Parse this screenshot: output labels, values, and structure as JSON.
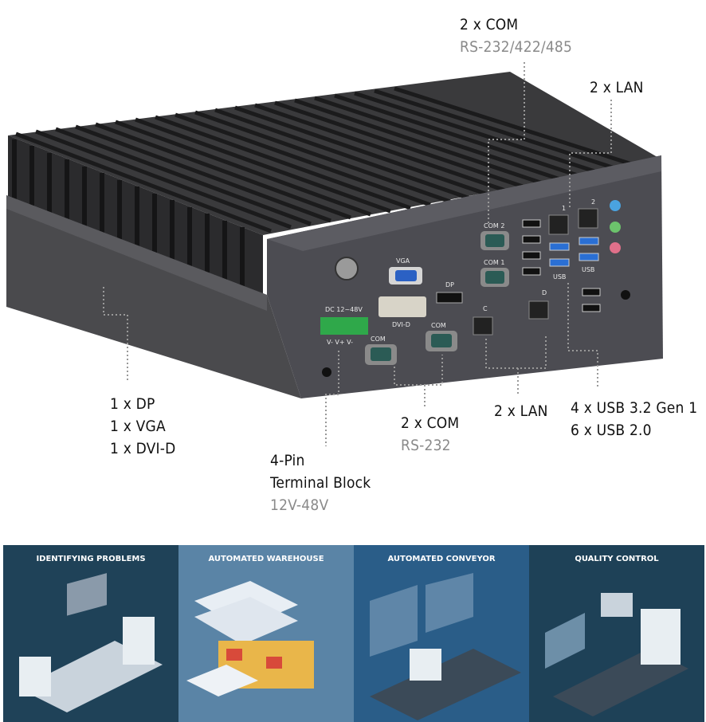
{
  "callouts": {
    "com_top": {
      "title": "2 x COM",
      "sub": "RS-232/422/485"
    },
    "lan_top": {
      "title": "2 x LAN"
    },
    "video": {
      "lines": [
        "1 x DP",
        "1 x VGA",
        "1 x DVI-D"
      ]
    },
    "terminal": {
      "lines": [
        "4-Pin",
        "Terminal Block"
      ],
      "sub": "12V-48V"
    },
    "com_bottom": {
      "title": "2 x COM",
      "sub": "RS-232"
    },
    "lan_bottom": {
      "title": "2 x LAN"
    },
    "usb": {
      "lines": [
        "4 x USB 3.2 Gen 1",
        "6 x USB 2.0"
      ]
    }
  },
  "port_labels": {
    "vga": "VGA",
    "dp": "DP",
    "dvi": "DVI-D",
    "com1": "COM 1",
    "com2": "COM 2",
    "com_a": "COM",
    "com_b": "COM",
    "dc": "DC 12~48V",
    "usb_a": "USB",
    "usb_b": "USB",
    "lan_c": "C",
    "lan_d": "D",
    "lan_1": "1",
    "lan_2": "2",
    "terminal_pins": "V-  V+  V-"
  },
  "panels": [
    {
      "title": "IDENTIFYING PROBLEMS",
      "color": "#1f4258"
    },
    {
      "title": "AUTOMATED WAREHOUSE",
      "color": "#5a84a6"
    },
    {
      "title": "AUTOMATED CONVEYOR",
      "color": "#2a5d88"
    },
    {
      "title": "QUALITY CONTROL",
      "color": "#1e4157"
    }
  ]
}
